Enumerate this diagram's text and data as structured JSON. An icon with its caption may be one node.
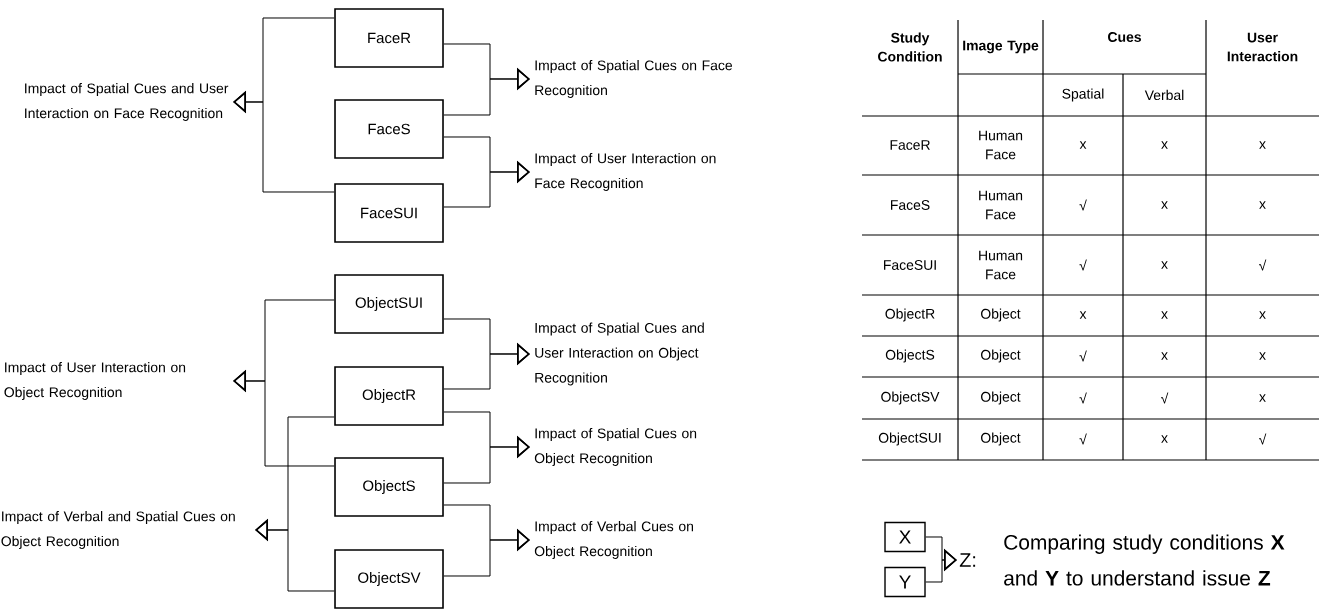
{
  "diagram": {
    "nodes": [
      {
        "text": [
          "FaceR"
        ]
      },
      {
        "text": [
          "FaceS"
        ]
      },
      {
        "text": [
          "FaceSUI"
        ]
      },
      {
        "text": [
          "ObjectSUI"
        ]
      },
      {
        "text": [
          "ObjectR"
        ]
      },
      {
        "text": [
          "ObjectS"
        ]
      },
      {
        "text": [
          "ObjectSV"
        ]
      },
      {
        "text": [
          "Impact of Spatial Cues and User Interaction on Face Recognition"
        ]
      },
      {
        "text": [
          "Impact of Spatial Cues on Face Recognition"
        ]
      },
      {
        "text": [
          "Impact of User Interaction on Face Recognition"
        ]
      },
      {
        "text": [
          "Impact of User Interaction on Object Recognition"
        ]
      },
      {
        "text": [
          "Impact of Spatial Cues and User Interaction on Object Recognition"
        ]
      },
      {
        "text": [
          "Impact of Spatial Cues on Object Recognition"
        ]
      },
      {
        "text": [
          "Impact of Verbal and Spatial Cues on Object Recognition"
        ]
      },
      {
        "text": [
          "Impact of Verbal Cues on Object Recognition"
        ]
      },
      {
        "text": [
          "X"
        ]
      },
      {
        "text": [
          "Y"
        ]
      },
      {
        "text": [
          "Z:"
        ]
      }
    ],
    "edges": [
      {
        "from": 0,
        "to": 7,
        "arrow": "to"
      },
      {
        "from": 2,
        "to": 7,
        "arrow": "to"
      },
      {
        "from": 0,
        "to": 8,
        "arrow": "to"
      },
      {
        "from": 1,
        "to": 8,
        "arrow": "to"
      },
      {
        "from": 1,
        "to": 9,
        "arrow": "to"
      },
      {
        "from": 2,
        "to": 9,
        "arrow": "to"
      },
      {
        "from": 3,
        "to": 10,
        "arrow": "to"
      },
      {
        "from": 5,
        "to": 10,
        "arrow": "to"
      },
      {
        "from": 4,
        "to": 13,
        "arrow": "to"
      },
      {
        "from": 6,
        "to": 13,
        "arrow": "to"
      },
      {
        "from": 3,
        "to": 11,
        "arrow": "to"
      },
      {
        "from": 4,
        "to": 11,
        "arrow": "to"
      },
      {
        "from": 4,
        "to": 12,
        "arrow": "to"
      },
      {
        "from": 5,
        "to": 12,
        "arrow": "to"
      },
      {
        "from": 5,
        "to": 14,
        "arrow": "to"
      },
      {
        "from": 6,
        "to": 14,
        "arrow": "to"
      },
      {
        "from": 15,
        "to": 17,
        "arrow": "to"
      },
      {
        "from": 16,
        "to": 17,
        "arrow": "to"
      }
    ],
    "labels": [
      "Study Condition",
      "Image Type",
      "Cues",
      "User Interaction",
      "Spatial",
      "Verbal",
      "FaceR",
      "Human Face",
      "x",
      "x",
      "x",
      "FaceS",
      "Human Face",
      "√",
      "x",
      "x",
      "FaceSUI",
      "Human Face",
      "√",
      "x",
      "√",
      "ObjectR",
      "Object",
      "x",
      "x",
      "x",
      "ObjectS",
      "Object",
      "√",
      "x",
      "x",
      "ObjectSV",
      "Object",
      "√",
      "√",
      "x",
      "ObjectSUI",
      "Object",
      "√",
      "x",
      "√",
      "Comparing study conditions **X** and **Y** to understand issue **Z**"
    ]
  }
}
